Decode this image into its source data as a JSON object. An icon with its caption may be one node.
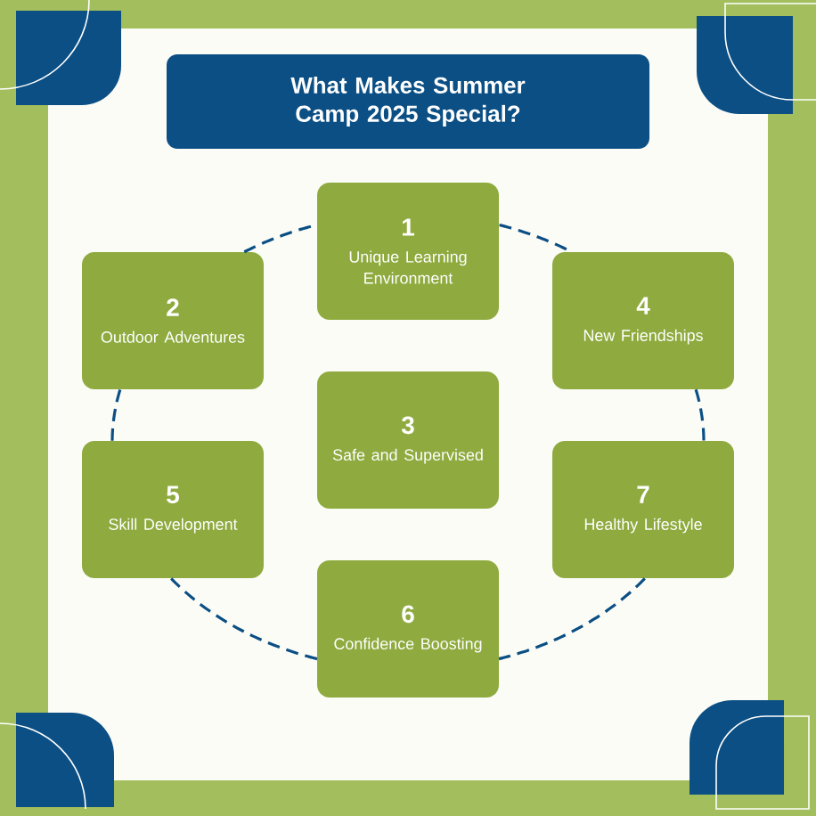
{
  "diagram": {
    "title": "What Makes Summer Camp 2025 Special?",
    "nodes": [
      {
        "text": [
          "1",
          "Unique Learning Environment"
        ]
      },
      {
        "text": [
          "2",
          "Outdoor Adventures"
        ]
      },
      {
        "text": [
          "4",
          "New Friendships"
        ]
      },
      {
        "text": [
          "3",
          "Safe and Supervised"
        ]
      },
      {
        "text": [
          "5",
          "Skill Development"
        ]
      },
      {
        "text": [
          "7",
          "Healthy Lifestyle"
        ]
      },
      {
        "text": [
          "6",
          "Confidence Boosting"
        ]
      }
    ],
    "edges": [
      {
        "from": 0,
        "to": 2,
        "arrow": "none",
        "style": "dashed"
      },
      {
        "from": 2,
        "to": 5,
        "arrow": "none",
        "style": "dashed"
      },
      {
        "from": 5,
        "to": 6,
        "arrow": "none",
        "style": "dashed"
      },
      {
        "from": 6,
        "to": 4,
        "arrow": "none",
        "style": "dashed"
      },
      {
        "from": 4,
        "to": 1,
        "arrow": "none",
        "style": "dashed"
      },
      {
        "from": 1,
        "to": 0,
        "arrow": "none",
        "style": "dashed"
      }
    ]
  }
}
